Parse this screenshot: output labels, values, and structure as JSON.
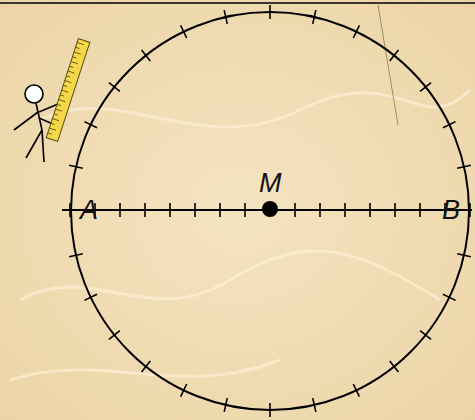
{
  "diagram": {
    "labels": [
      "A",
      "M",
      "B"
    ]
  }
}
